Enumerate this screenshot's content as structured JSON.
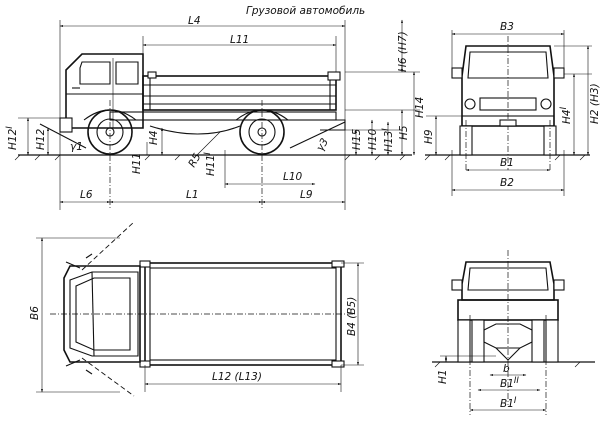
{
  "title": "Грузовой автомобиль",
  "labels": {
    "L4": "L4",
    "L11": "L11",
    "L6": "L6",
    "L1": "L1",
    "L9": "L9",
    "L10": "L10",
    "L12": "L12 (L13)",
    "H12I": "H12",
    "H12": "H12",
    "Y1": "γ1",
    "H11": "H11",
    "H4": "H4",
    "R5": "R5",
    "H11I": "H11",
    "Y3": "γ3",
    "H15": "H15",
    "H10": "H10",
    "H13I": "H13",
    "H5": "H5",
    "H6H7": "H6 (H7)",
    "H14": "H14",
    "H9": "H9",
    "B3": "B3",
    "H4I": "H4",
    "H2H3": "H2 (H3)",
    "B1": "B1",
    "B2": "B2",
    "B6": "B6",
    "B4B5": "B4 (B5)",
    "H1": "H1",
    "b": "b",
    "B1II": "B1",
    "B1I": "B1"
  },
  "superscripts": {
    "I": "I",
    "II": "II"
  }
}
